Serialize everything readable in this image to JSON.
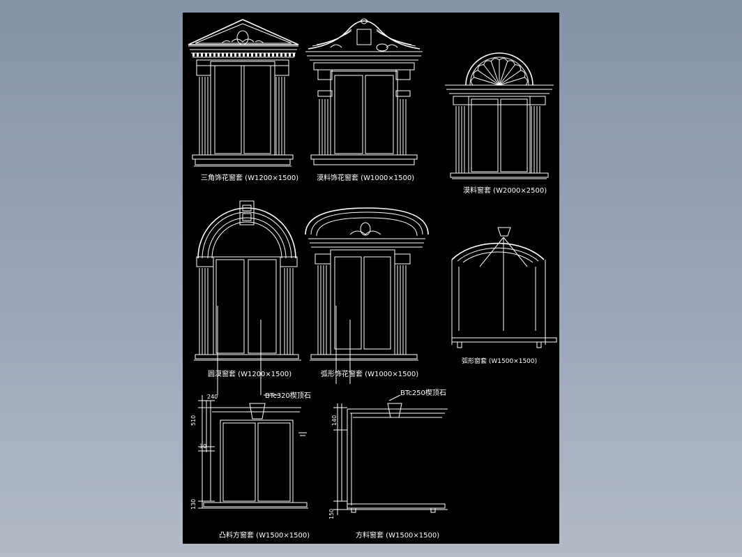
{
  "drawing": {
    "labels": {
      "w1": "三角饰花窗套 (W1200×1500)",
      "w2": "漠料饰花窗套 (W1000×1500)",
      "w3": "漠料窗套 (W2000×2500)",
      "w4": "圆漠窗套 (W1200×1500)",
      "w5": "弧形饰花窗套 (W1000×1500)",
      "w6": "弧形窗套 (W1500×1500)",
      "w7": "凸料方窗套 (W1500×1500)",
      "w8": "方料窗套 (W1500×1500)"
    },
    "callouts": {
      "keystone_a": "BTc320楔顶石",
      "keystone_b": "BTc250楔顶石"
    },
    "dimensions": {
      "d240": "240",
      "d510": "510",
      "d30": "30",
      "d130": "130",
      "d140": "140",
      "d150": "150"
    }
  },
  "colors": {
    "background": "#8f9bb0",
    "sheet": "#000000",
    "linework": "#ffffff"
  }
}
